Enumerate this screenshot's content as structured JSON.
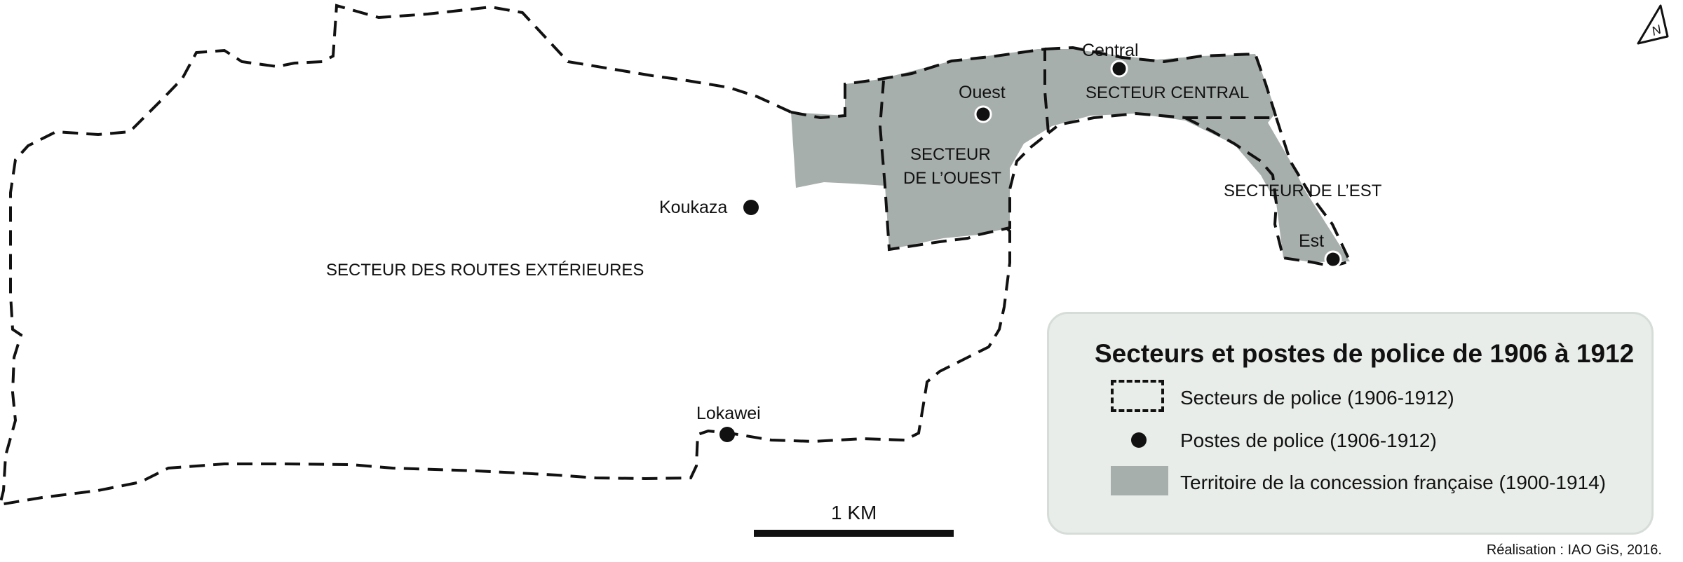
{
  "map": {
    "sectors": [
      {
        "name": "routes-exterieures-sector-label",
        "text": "SECTEUR DES ROUTES EXTÉRIEURES"
      },
      {
        "name": "ouest-sector-label-line1",
        "text": "SECTEUR"
      },
      {
        "name": "ouest-sector-label-line2",
        "text": "DE L’OUEST"
      },
      {
        "name": "central-sector-label",
        "text": "SECTEUR CENTRAL"
      },
      {
        "name": "est-sector-label",
        "text": "SECTEUR DE L’EST"
      }
    ],
    "posts": [
      {
        "name": "post-central",
        "label": "Central"
      },
      {
        "name": "post-ouest",
        "label": "Ouest"
      },
      {
        "name": "post-koukaza",
        "label": "Koukaza"
      },
      {
        "name": "post-lokawei",
        "label": "Lokawei"
      },
      {
        "name": "post-est",
        "label": "Est"
      }
    ],
    "north_arrow": "N",
    "scale_label": "1 KM",
    "colors": {
      "concession_fill": "#a7afac",
      "boundary_stroke": "#111111",
      "legend_bg": "#e8ede9"
    }
  },
  "legend": {
    "title": "Secteurs et postes de police de 1906 à 1912",
    "items": [
      {
        "symbol": "dashed-rectangle-icon",
        "label": "Secteurs de police (1906-1912)"
      },
      {
        "symbol": "black-dot-icon",
        "label": "Postes de police (1906-1912)"
      },
      {
        "symbol": "grey-fill-swatch-icon",
        "label": "Territoire de la concession française (1900-1914)"
      }
    ]
  },
  "credit": "Réalisation : IAO GiS, 2016."
}
